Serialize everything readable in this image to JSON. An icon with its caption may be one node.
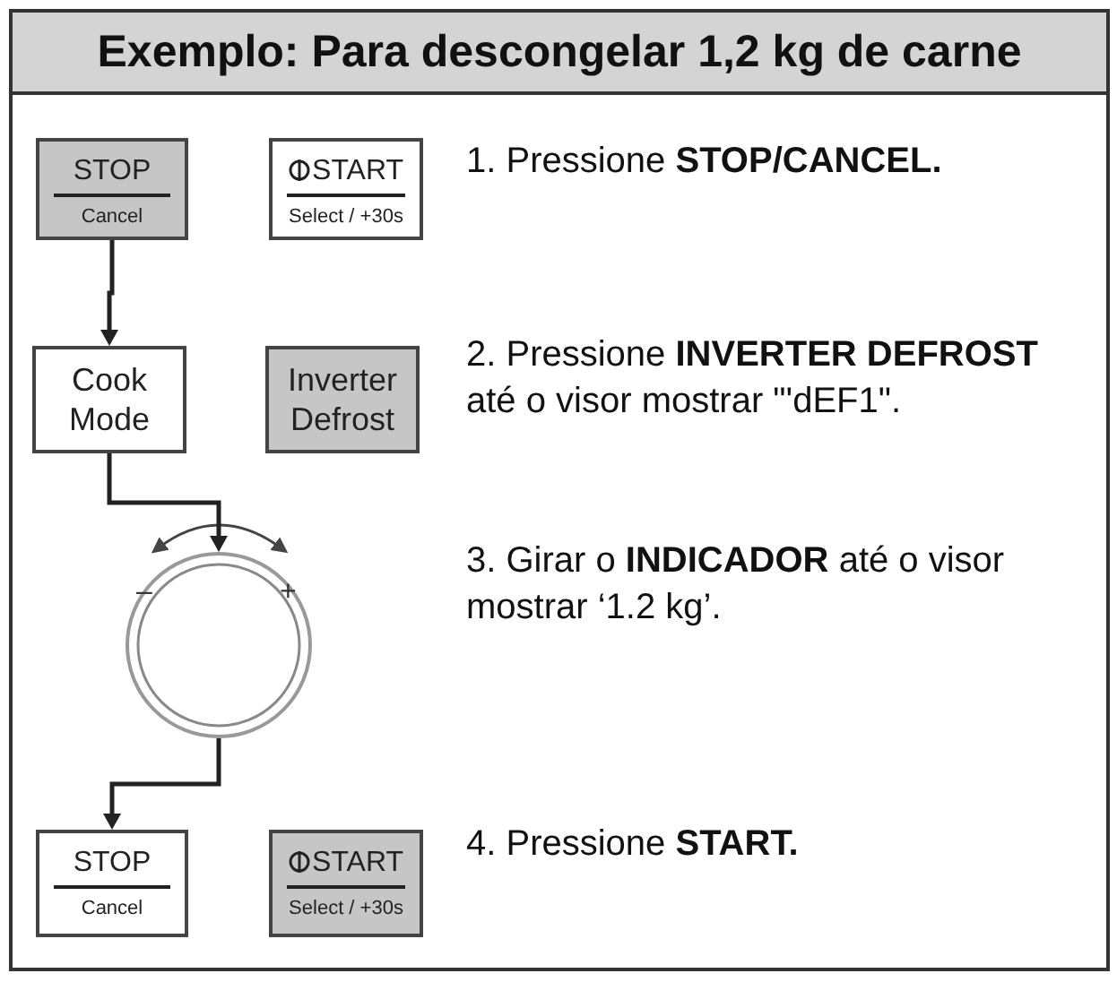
{
  "diagram": {
    "title": "Exemplo: Para descongelar 1,2 kg de carne",
    "nodes": [
      {
        "text": [
          "STOP",
          "Cancel"
        ]
      },
      {
        "text": [
          "START",
          "Select / +30s"
        ]
      },
      {
        "text": [
          "Cook Mode"
        ]
      },
      {
        "text": [
          "Inverter Defrost"
        ]
      },
      {
        "text": [],
        "shape": "circle"
      },
      {
        "text": [
          "STOP",
          "Cancel"
        ]
      },
      {
        "text": [
          "START",
          "Select / +30s"
        ]
      }
    ],
    "edges": [
      {
        "from": 0,
        "to": 2,
        "arrow": "to"
      },
      {
        "from": 2,
        "to": 4,
        "arrow": "to"
      },
      {
        "from": 4,
        "to": 5,
        "arrow": "to"
      }
    ],
    "labels": [
      "1. Pressione **STOP/CANCEL.**",
      "2. Pressione **INVERTER DEFROST** até o visor mostrar \"'dEF1\".",
      "–",
      "+",
      "3. Girar o **INDICADOR** até o visor mostrar ‘1.2 kg’.",
      "4. Pressione **START.**"
    ]
  }
}
